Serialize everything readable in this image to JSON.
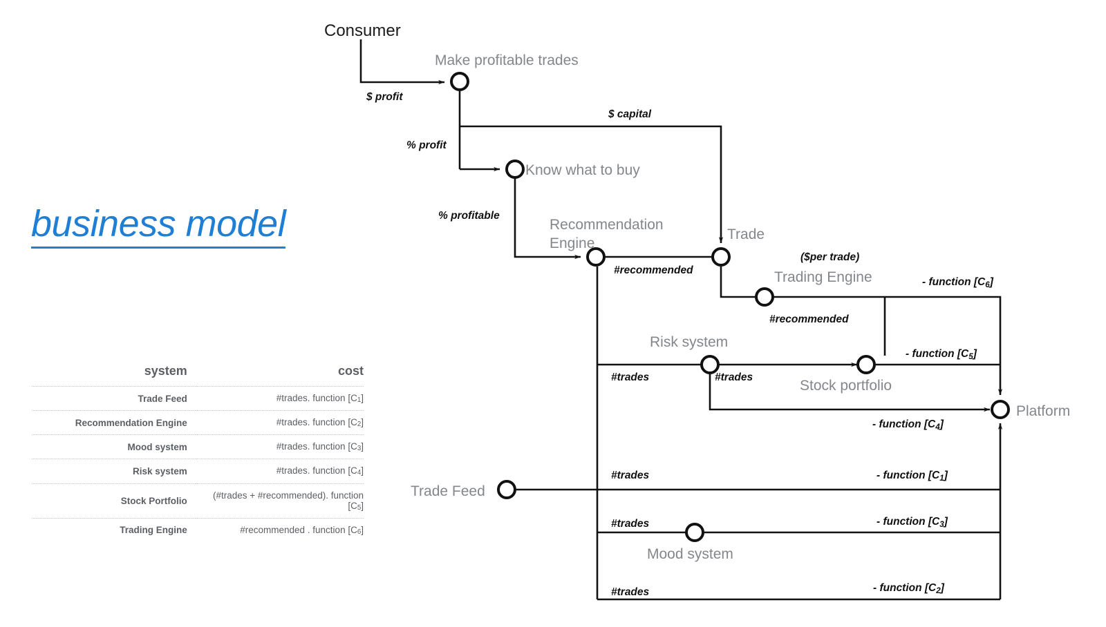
{
  "slide": {
    "title": "business model",
    "title_color": "#1f7fd4"
  },
  "cost_table": {
    "headers": {
      "system": "system",
      "cost": "cost"
    },
    "rows": [
      {
        "system": "Trade Feed",
        "cost": "#trades. function [C1]"
      },
      {
        "system": "Recommendation Engine",
        "cost": "#trades. function [C2]"
      },
      {
        "system": "Mood system",
        "cost": "#trades. function [C3]"
      },
      {
        "system": "Risk system",
        "cost": "#trades. function [C4]"
      },
      {
        "system": "Stock Portfolio",
        "cost": "(#trades + #recommended). function [C5]"
      },
      {
        "system": "Trading Engine",
        "cost": "#recommended . function [C6]"
      }
    ]
  },
  "diagram": {
    "nodes": [
      {
        "id": "consumer",
        "label": "Consumer",
        "style": "dark"
      },
      {
        "id": "make-profitable-trades",
        "label": "Make profitable trades",
        "style": "grey"
      },
      {
        "id": "know-what-to-buy",
        "label": "Know what to buy",
        "style": "grey"
      },
      {
        "id": "recommendation-engine",
        "label": "Recommendation",
        "label2": "Engine",
        "style": "grey"
      },
      {
        "id": "trade",
        "label": "Trade",
        "style": "grey"
      },
      {
        "id": "trading-engine",
        "label": "Trading Engine",
        "style": "grey"
      },
      {
        "id": "risk-system",
        "label": "Risk system",
        "style": "grey"
      },
      {
        "id": "stock-portfolio",
        "label": "Stock portfolio",
        "style": "grey"
      },
      {
        "id": "platform",
        "label": "Platform",
        "style": "grey"
      },
      {
        "id": "trade-feed",
        "label": "Trade Feed",
        "style": "grey"
      },
      {
        "id": "mood-system",
        "label": "Mood system",
        "style": "grey"
      }
    ],
    "flow_labels": [
      {
        "id": "profit-dollar",
        "text": "$ profit"
      },
      {
        "id": "capital-dollar",
        "text": "$ capital"
      },
      {
        "id": "profit-percent",
        "text": "% profit"
      },
      {
        "id": "profitable-percent",
        "text": "% profitable"
      },
      {
        "id": "recommended-1",
        "text": "#recommended"
      },
      {
        "id": "per-trade",
        "text": "($per trade)"
      },
      {
        "id": "recommended-2",
        "text": "#recommended"
      },
      {
        "id": "function-c6",
        "text": "- function [C6]"
      },
      {
        "id": "function-c5",
        "text": "- function [C5]"
      },
      {
        "id": "function-c4",
        "text": "- function [C4]"
      },
      {
        "id": "function-c1",
        "text": "- function [C1]"
      },
      {
        "id": "function-c3",
        "text": "- function [C3]"
      },
      {
        "id": "function-c2",
        "text": "- function [C2]"
      },
      {
        "id": "trades-risk-in",
        "text": "#trades"
      },
      {
        "id": "trades-risk-out",
        "text": "#trades"
      },
      {
        "id": "trades-c1",
        "text": "#trades"
      },
      {
        "id": "trades-c3",
        "text": "#trades"
      },
      {
        "id": "trades-c2",
        "text": "#trades"
      }
    ]
  }
}
